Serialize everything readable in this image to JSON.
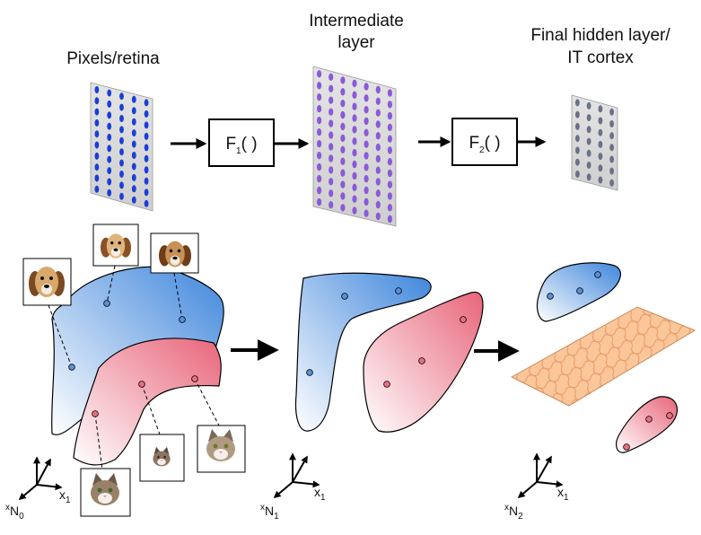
{
  "stages": [
    {
      "title": [
        "Pixels/retina"
      ],
      "axis_x": "x",
      "axis_x_sub": "1",
      "axis_n_pre": "x",
      "axis_n": "N",
      "axis_n_sub": "0"
    },
    {
      "title": [
        "Intermediate",
        "layer"
      ],
      "axis_x": "x",
      "axis_x_sub": "1",
      "axis_n_pre": "x",
      "axis_n": "N",
      "axis_n_sub": "1"
    },
    {
      "title": [
        "Final hidden layer/",
        "IT cortex"
      ],
      "axis_x": "x",
      "axis_x_sub": "1",
      "axis_n_pre": "x",
      "axis_n": "N",
      "axis_n_sub": "2"
    }
  ],
  "functions": [
    {
      "name": "F",
      "sub": "1",
      "args": "( )"
    },
    {
      "name": "F",
      "sub": "2",
      "args": "( )"
    }
  ],
  "colors": {
    "retina_dots": "#1a3fd6",
    "intermediate_dots": "#8a5ad8",
    "final_dots": "#6a7088",
    "dog_manifold": "#4a8fe0",
    "cat_manifold": "#e87080",
    "decision_plane": "#f8bf90"
  },
  "icons": [
    "dog-face-icon",
    "cat-face-icon"
  ]
}
